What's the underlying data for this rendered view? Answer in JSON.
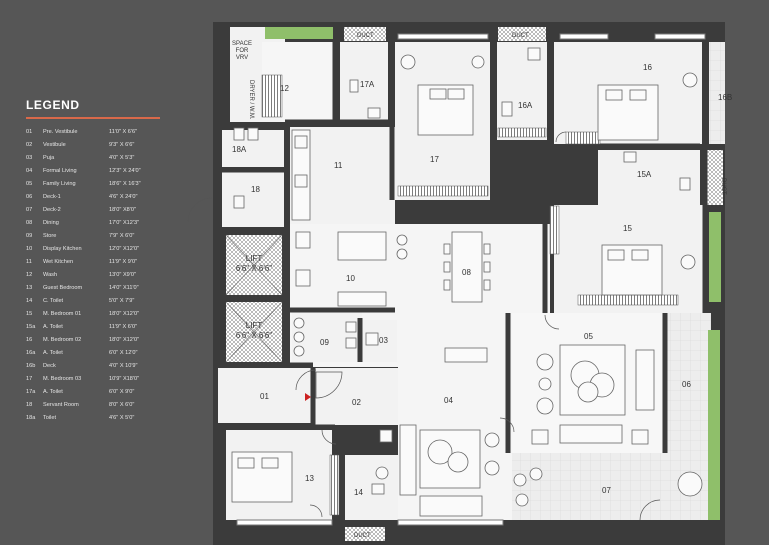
{
  "legend": {
    "title": "LEGEND",
    "items": [
      {
        "no": "01",
        "name": "Pre. Vestibule",
        "dim": "11'0\" X 6'6\""
      },
      {
        "no": "02",
        "name": "Vestibule",
        "dim": "9'3\" X 6'6\""
      },
      {
        "no": "03",
        "name": "Puja",
        "dim": "4'0\" X 5'3\""
      },
      {
        "no": "04",
        "name": "Formal Living",
        "dim": "12'3\" X 24'0\""
      },
      {
        "no": "05",
        "name": "Family Living",
        "dim": "18'6\" X 16'3\""
      },
      {
        "no": "06",
        "name": "Deck-1",
        "dim": "4'6\" X 24'0\""
      },
      {
        "no": "07",
        "name": "Deck-2",
        "dim": "18'0\" X8'0\""
      },
      {
        "no": "08",
        "name": "Dining",
        "dim": "17'0\" X12'3\""
      },
      {
        "no": "09",
        "name": "Store",
        "dim": "7'9\" X 6'0\""
      },
      {
        "no": "10",
        "name": "Display Kitchen",
        "dim": "12'0\" X12'0\""
      },
      {
        "no": "11",
        "name": "Wet Kitchen",
        "dim": "11'9\" X 9'0\""
      },
      {
        "no": "12",
        "name": "Wash",
        "dim": "13'0\" X9'0\""
      },
      {
        "no": "13",
        "name": "Guest Bedroom",
        "dim": "14'0\" X11'0\""
      },
      {
        "no": "14",
        "name": "C. Toilet",
        "dim": "5'0\" X 7'9\""
      },
      {
        "no": "15",
        "name": "M. Bedroom 01",
        "dim": "18'0\" X12'0\""
      },
      {
        "no": "15a",
        "name": "A. Toilet",
        "dim": "11'9\" X 6'0\""
      },
      {
        "no": "16",
        "name": "M. Bedroom 02",
        "dim": "18'0\" X12'0\""
      },
      {
        "no": "16a",
        "name": "A. Toilet",
        "dim": "6'0\" X 12'0\""
      },
      {
        "no": "16b",
        "name": "Deck",
        "dim": "4'0\" X 10'9\""
      },
      {
        "no": "17",
        "name": "M. Bedroom 03",
        "dim": "10'9\" X18'0\""
      },
      {
        "no": "17a",
        "name": "A. Toilet",
        "dim": "6'0\" X 9'0\""
      },
      {
        "no": "18",
        "name": "Servant Room",
        "dim": "8'0\" X 6'0\""
      },
      {
        "no": "18a",
        "name": "Toilet",
        "dim": "4'6\" X 5'0\""
      }
    ]
  },
  "plan": {
    "rooms": {
      "r01": "01",
      "r02": "02",
      "r03": "03",
      "r04": "04",
      "r05": "05",
      "r06": "06",
      "r07": "07",
      "r08": "08",
      "r09": "09",
      "r10": "10",
      "r11": "11",
      "r12": "12",
      "r13": "13",
      "r14": "14",
      "r15": "15",
      "r15a": "15A",
      "r16": "16",
      "r16a": "16A",
      "r16b": "16B",
      "r17": "17",
      "r17a": "17A",
      "r18": "18",
      "r18a": "18A"
    },
    "duct": "DUCT",
    "space_vrv": [
      "SPACE",
      "FOR",
      "VRV"
    ],
    "dryer_wm": "DRYER / W.M.",
    "lift1": [
      "LIFT",
      "6'6\" X 6'6\""
    ],
    "lift2": [
      "LIFT",
      "6'6\" X 6'6\""
    ]
  },
  "colors": {
    "background": "#565656",
    "wall": "#3b3b3b",
    "floor": "#f1f1f1",
    "planter": "#8fbf6a",
    "legend_rule": "#d9694a",
    "entry_arrow": "#cc2222"
  }
}
